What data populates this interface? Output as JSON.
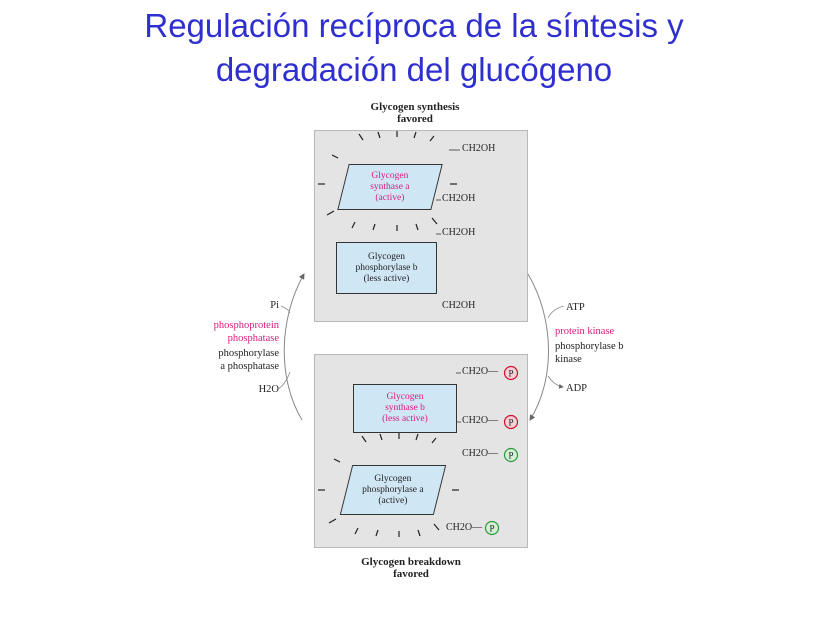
{
  "title_line1": "Regulación recíproca de la síntesis y",
  "title_line2": "degradación del glucógeno",
  "top_caption": {
    "line1": "Glycogen synthesis",
    "line2": "favored"
  },
  "bottom_caption": {
    "line1": "Glycogen breakdown",
    "line2": "favored"
  },
  "top_panel": {
    "synthase_a": {
      "line1": "Glycogen",
      "line2": "synthase a",
      "line3": "(active)"
    },
    "phosphorylase_b": {
      "line1": "Glycogen",
      "line2": "phosphorylase b",
      "line3": "(less active)"
    },
    "groups": [
      "CH2OH",
      "CH2OH",
      "CH2OH",
      "CH2OH"
    ]
  },
  "bottom_panel": {
    "synthase_b": {
      "line1": "Glycogen",
      "line2": "synthase b",
      "line3": "(less active)"
    },
    "phosphorylase_a": {
      "line1": "Glycogen",
      "line2": "phosphorylase a",
      "line3": "(active)"
    },
    "groups": [
      "CH2O—",
      "CH2O—",
      "CH2O—",
      "CH2O—"
    ],
    "p_symbol": "P"
  },
  "left_labels": {
    "pi": "Pi",
    "enzyme1_line1": "phosphoprotein",
    "enzyme1_line2": "phosphatase",
    "enzyme2_line1": "phosphorylase",
    "enzyme2_line2": "a phosphatase",
    "water": "H2O"
  },
  "right_labels": {
    "atp": "ATP",
    "enzyme1": "protein kinase",
    "enzyme2_line1": "phosphorylase b",
    "enzyme2_line2": "kinase",
    "adp": "ADP"
  },
  "colors": {
    "title": "#2f2fd0",
    "magenta": "#d81b7e",
    "box": "#cfe6f5",
    "panel": "#e4e4e4",
    "p_red": "#d0102c",
    "p_green": "#2e9a3e"
  }
}
